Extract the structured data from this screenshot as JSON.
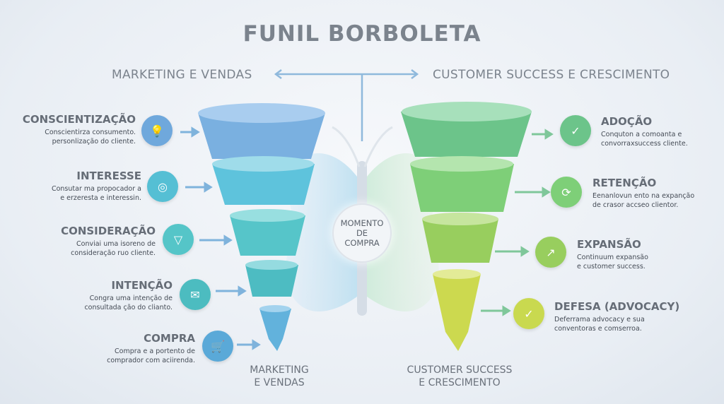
{
  "title": "FUNIL BORBOLETA",
  "sections": {
    "left": "MARKETING E VENDAS",
    "right": "CUSTOMER SUCCESS E CRESCIMENTO"
  },
  "center": {
    "line1": "MOMENTO",
    "line2": "DE",
    "line3": "COMPRA"
  },
  "left_stages": [
    {
      "title": "CONSCIENTIZAÇÃO",
      "line1": "Conscientirza consumento.",
      "line2": "personlização do cliente.",
      "icon": "lightbulb-icon"
    },
    {
      "title": "INTERESSE",
      "line1": "Consutar ma propocador a",
      "line2": "e erzeresta e interessin.",
      "icon": "target-icon"
    },
    {
      "title": "CONSIDERAÇÃO",
      "line1": "Conviai uma isoreno de",
      "line2": "consideração ruo cliente.",
      "icon": "funnel-icon"
    },
    {
      "title": "INTENÇÃO",
      "line1": "Congra uma intenção de",
      "line2": "consultada ção do clianto.",
      "icon": "email-icon"
    },
    {
      "title": "COMPRA",
      "line1": "Compra e a portento de",
      "line2": "comprador com aciirenda.",
      "icon": "cart-icon"
    }
  ],
  "right_stages": [
    {
      "title": "ADOÇÃO",
      "line1": "Conquton a comoanta e",
      "line2": "convorraxsuccess cliente.",
      "icon": "shield-check-icon"
    },
    {
      "title": "RETENÇÃO",
      "line1": "Eenanlovun ento na expanção",
      "line2": "de crasor accseo clientor.",
      "icon": "refresh-check-icon"
    },
    {
      "title": "EXPANSÃO",
      "line1": "Continuum expansão",
      "line2": "e customer success.",
      "icon": "growth-chart-icon"
    },
    {
      "title": "DEFESA (ADVOCACY)",
      "line1": "Deferrama advocacy e sua",
      "line2": "conventoras e comserroa.",
      "icon": "shield-check-icon"
    }
  ],
  "bottom": {
    "left1": "MARKETING",
    "left2": "E VENDAS",
    "right1": "CUSTOMER SUCCESS",
    "right2": "E CRESCIMENTO"
  },
  "colors": {
    "left": [
      "#6fa8dc",
      "#5bc0d6",
      "#55c5c8",
      "#4cbcc0",
      "#5aa9d8"
    ],
    "right": [
      "#6cc48a",
      "#7ccf7a",
      "#92cd5e",
      "#c9d94f"
    ]
  }
}
